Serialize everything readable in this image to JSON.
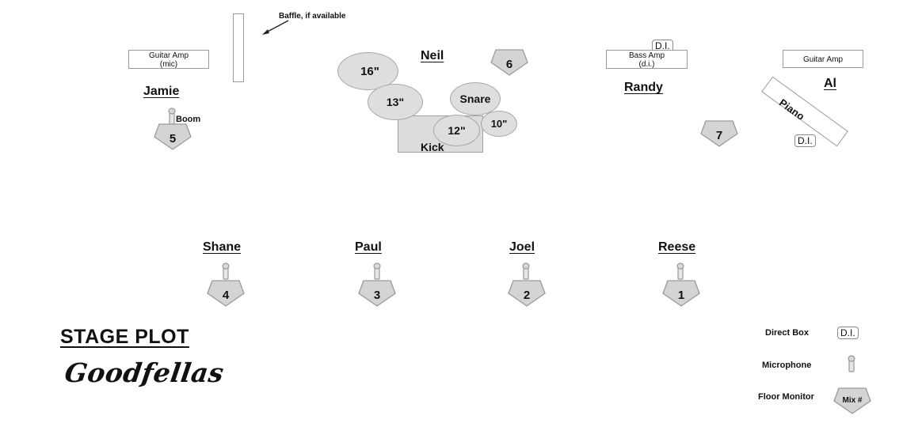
{
  "baffle_note": "Baffle, if available",
  "musicians": {
    "neil": "Neil",
    "jamie": "Jamie",
    "randy": "Randy",
    "al": "Al",
    "shane": "Shane",
    "paul": "Paul",
    "joel": "Joel",
    "reese": "Reese"
  },
  "amps": {
    "jamie_amp_line1": "Guitar Amp",
    "jamie_amp_line2": "(mic)",
    "bass_amp_line1": "Bass Amp",
    "bass_amp_line2": "(d.i.)",
    "al_amp": "Guitar Amp"
  },
  "drums": {
    "tom16": "16\"",
    "tom13": "13\"",
    "snare": "Snare",
    "tom12": "12\"",
    "tom10": "10\"",
    "kick": "Kick"
  },
  "piano": "Piano",
  "di_label": "D.I.",
  "boom_label": "Boom",
  "monitors": {
    "m6": "6",
    "m5": "5",
    "m7": "7",
    "m4": "4",
    "m3": "3",
    "m2": "2",
    "m1": "1"
  },
  "title": "STAGE PLOT",
  "band_name": "Goodfellas",
  "legend": {
    "direct_box": "Direct Box",
    "microphone": "Microphone",
    "floor_monitor": "Floor Monitor",
    "mix_label": "Mix #"
  },
  "colors": {
    "drum_fill": "#dedede",
    "monitor_fill": "#d4d4d4",
    "outline": "#9a9a9a"
  }
}
